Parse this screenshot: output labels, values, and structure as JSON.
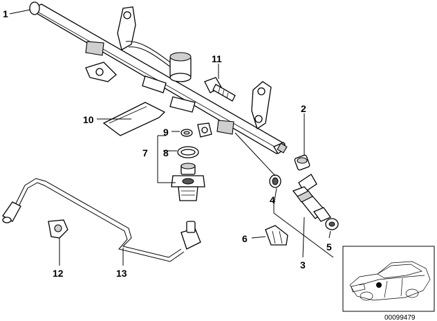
{
  "callouts": [
    "1",
    "2",
    "3",
    "4",
    "5",
    "6",
    "7",
    "8",
    "9",
    "10",
    "11",
    "12",
    "13"
  ],
  "reference_number": "00099479"
}
